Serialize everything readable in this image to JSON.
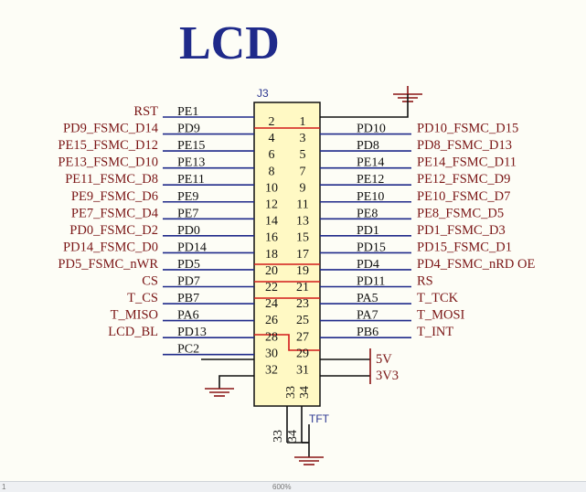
{
  "title": "LCD",
  "connector": {
    "ref": "J3",
    "bottom_label": "TFT",
    "pins_33_34": [
      "33",
      "34"
    ]
  },
  "left_nets": [
    "RST",
    "PD9_FSMC_D14",
    "PE15_FSMC_D12",
    "PE13_FSMC_D10",
    "PE11_FSMC_D8",
    "PE9_FSMC_D6",
    "PE7_FSMC_D4",
    "PD0_FSMC_D2",
    "PD14_FSMC_D0",
    "PD5_FSMC_nWR",
    "CS",
    "T_CS",
    "T_MISO",
    "LCD_BL"
  ],
  "left_pins": [
    "PE1",
    "PD9",
    "PE15",
    "PE13",
    "PE11",
    "PE9",
    "PE7",
    "PD0",
    "PD14",
    "PD5",
    "PD7",
    "PB7",
    "PA6",
    "PD13",
    "PC2"
  ],
  "right_pins": [
    "PD10",
    "PD8",
    "PE14",
    "PE12",
    "PE10",
    "PE8",
    "PD1",
    "PD15",
    "PD4",
    "PD11",
    "PA5",
    "PA7",
    "PB6"
  ],
  "right_nets": [
    "PD10_FSMC_D15",
    "PD8_FSMC_D13",
    "PE14_FSMC_D11",
    "PE12_FSMC_D9",
    "PE10_FSMC_D7",
    "PE8_FSMC_D5",
    "PD1_FSMC_D3",
    "PD15_FSMC_D1",
    "PD4_FSMC_nRD OE",
    "RS",
    "T_TCK",
    "T_MOSI",
    "T_INT"
  ],
  "even_pins": [
    "2",
    "4",
    "6",
    "8",
    "10",
    "12",
    "14",
    "16",
    "18",
    "20",
    "22",
    "24",
    "26",
    "28",
    "30",
    "32"
  ],
  "odd_pins": [
    "1",
    "3",
    "5",
    "7",
    "9",
    "11",
    "13",
    "15",
    "17",
    "19",
    "21",
    "23",
    "25",
    "27",
    "29",
    "31"
  ],
  "power": {
    "v5": "5V",
    "v33": "3V3"
  },
  "colors": {
    "wire": "#1f2a8a",
    "label": "#7a1515",
    "highlight": "#d21a1a",
    "body": "#fff9c4"
  },
  "statusbar": {
    "page": "1",
    "zoom": "600%"
  }
}
